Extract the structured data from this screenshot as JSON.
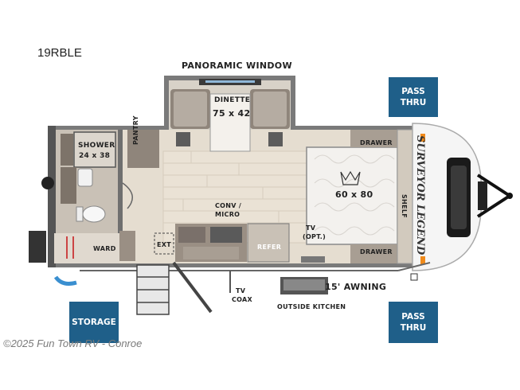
{
  "model": "19RBLE",
  "labels": {
    "panoramic_window": "PANORAMIC WINDOW",
    "dinette": "DINETTE",
    "dinette_size": "75 x 42",
    "shower": "SHOWER",
    "shower_size": "24 x 38",
    "pantry": "PANTRY",
    "drawer_top": "DRAWER",
    "drawer_bottom": "DRAWER",
    "bed_size": "60 x 80",
    "shelf": "SHELF",
    "conv_micro_1": "CONV /",
    "conv_micro_2": "MICRO",
    "tv_1": "TV",
    "tv_2": "(OPT.)",
    "refer": "REFER",
    "ext": "EXT",
    "ward": "WARD",
    "awning": "15' AWNING",
    "tv_coax_1": "TV",
    "tv_coax_2": "COAX",
    "outside_kitchen": "OUTSIDE KITCHEN",
    "brand_logo": "SURVEYOR LEGEND"
  },
  "badges": {
    "pass_thru_top_1": "PASS",
    "pass_thru_top_2": "THRU",
    "pass_thru_bottom_1": "PASS",
    "pass_thru_bottom_2": "THRU",
    "storage": "STORAGE"
  },
  "colors": {
    "badge_blue": "#1f5f89",
    "floor": "#e5ddd0",
    "wall": "#6f6f6f",
    "cabinet": "#9a8f84"
  },
  "watermark": "©2025 Fun Town RV - Conroe"
}
